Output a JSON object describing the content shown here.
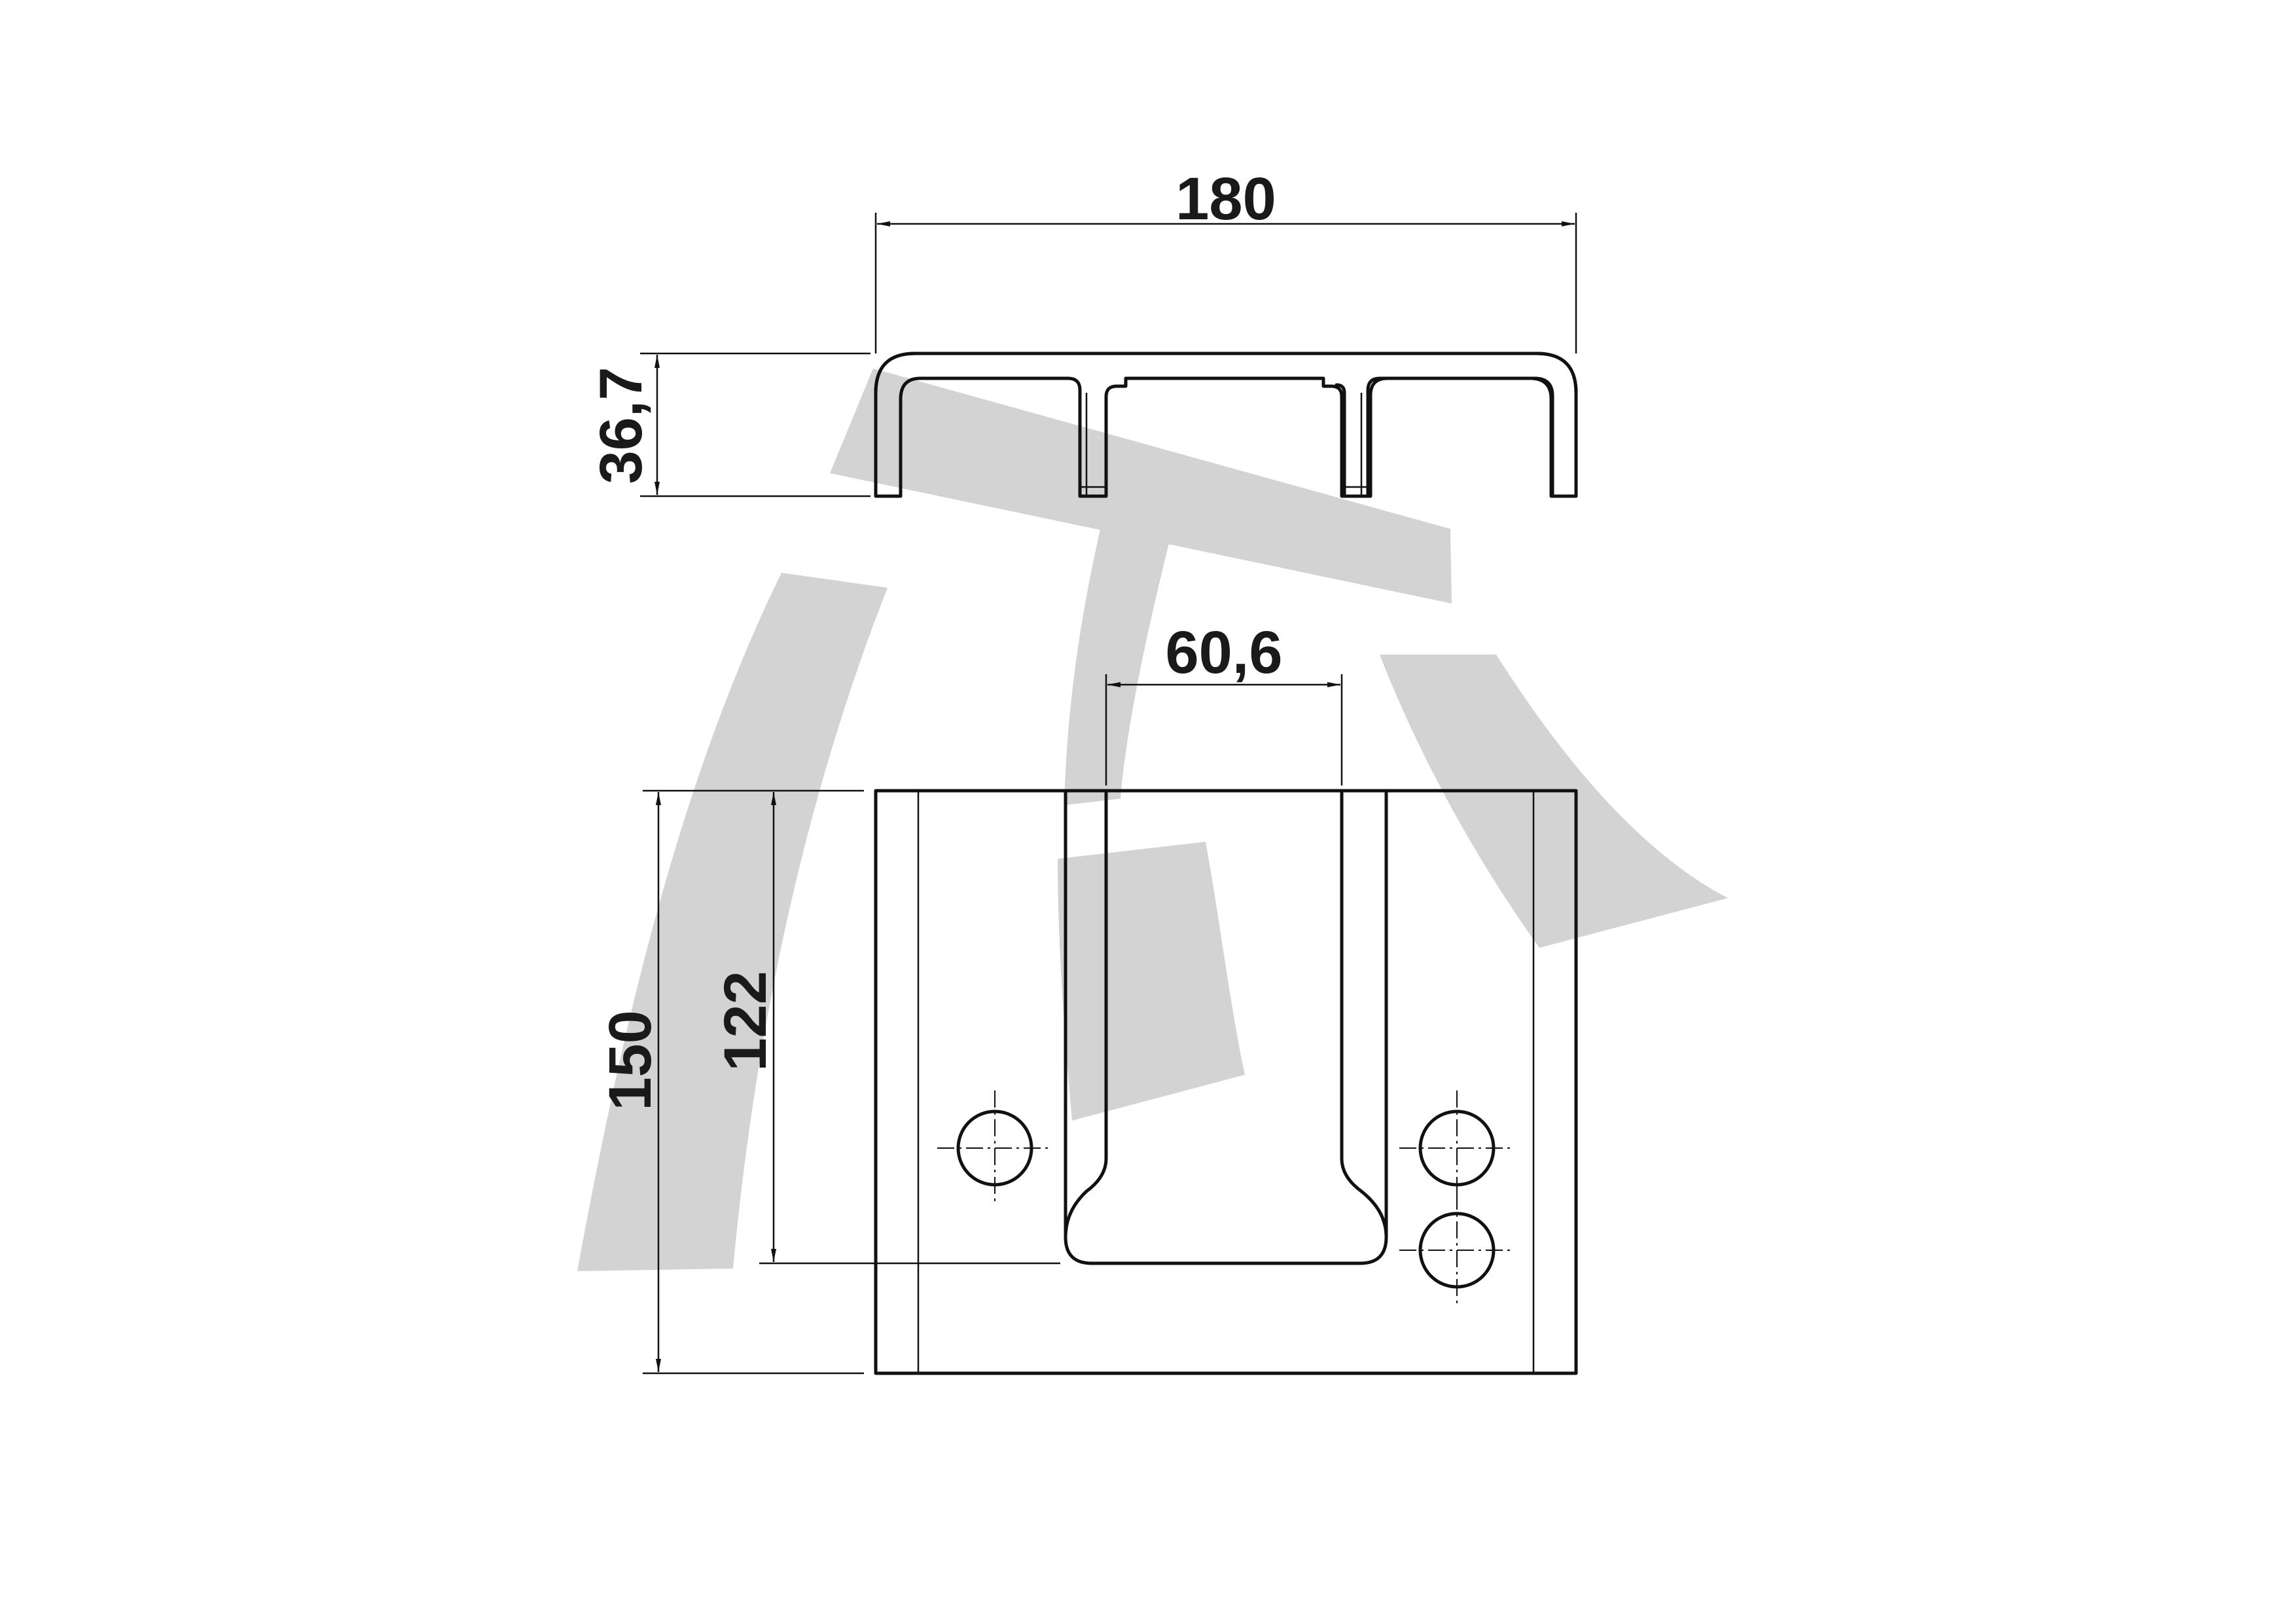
{
  "drawing": {
    "dimensions": {
      "overall_width": "180",
      "height_top_view": "36,7",
      "slot_width": "60,6",
      "overall_height": "150",
      "slot_depth": "122"
    },
    "colors": {
      "line": "#111111",
      "watermark": "#d3d3d3",
      "background": "#ffffff"
    },
    "watermark_icon": "brand-logo-icon"
  }
}
